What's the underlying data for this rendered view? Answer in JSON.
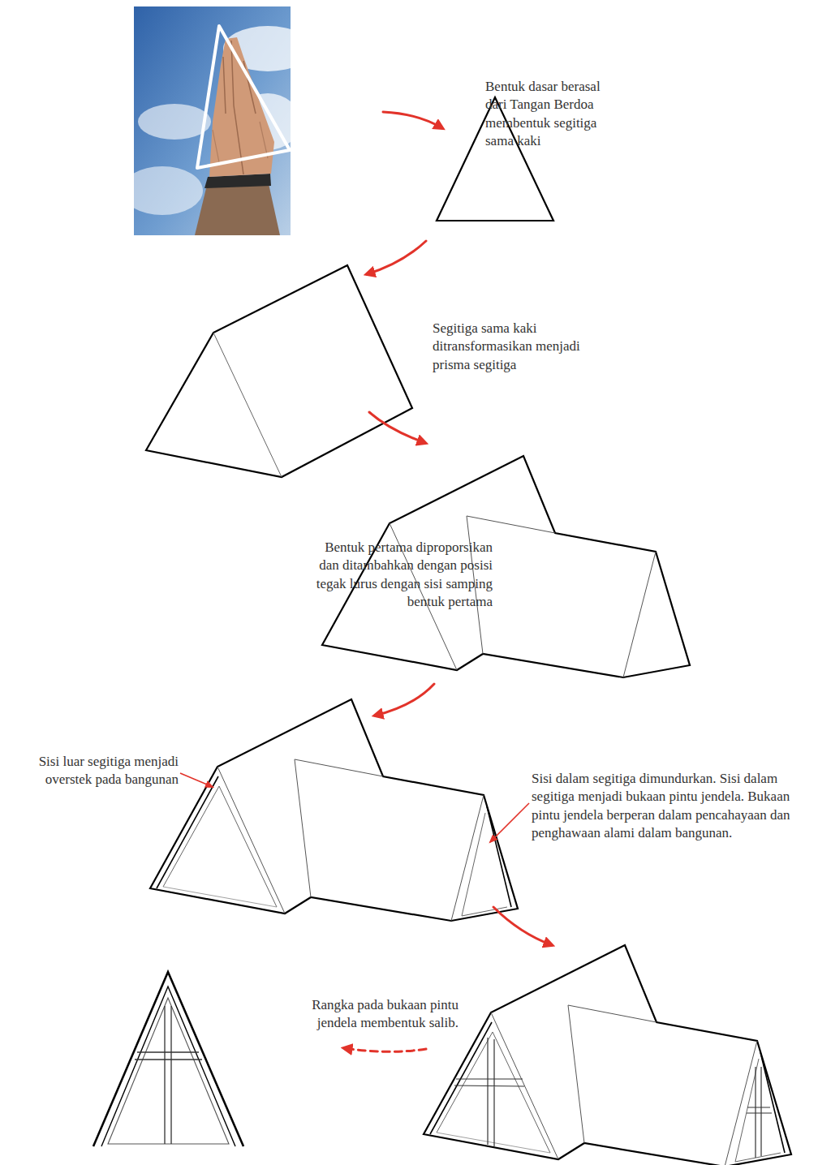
{
  "diagram": {
    "labels": [
      "Bentuk dasar berasal dari Tangan Berdoa membentuk segitiga sama kaki",
      "Segitiga sama kaki ditransformasikan menjadi prisma segitiga",
      "Bentuk pertama diproporsikan dan ditambahkan dengan posisi tegak lurus dengan sisi samping bentuk pertama",
      "Sisi luar segitiga menjadi overstek pada bangunan",
      "Sisi dalam segitiga dimundurkan. Sisi dalam segitiga menjadi bukaan pintu jendela. Bukaan pintu jendela berperan dalam pencahayaan dan penghawaan alami dalam bangunan.",
      "Rangka pada bukaan pintu jendela membentuk salib."
    ]
  }
}
